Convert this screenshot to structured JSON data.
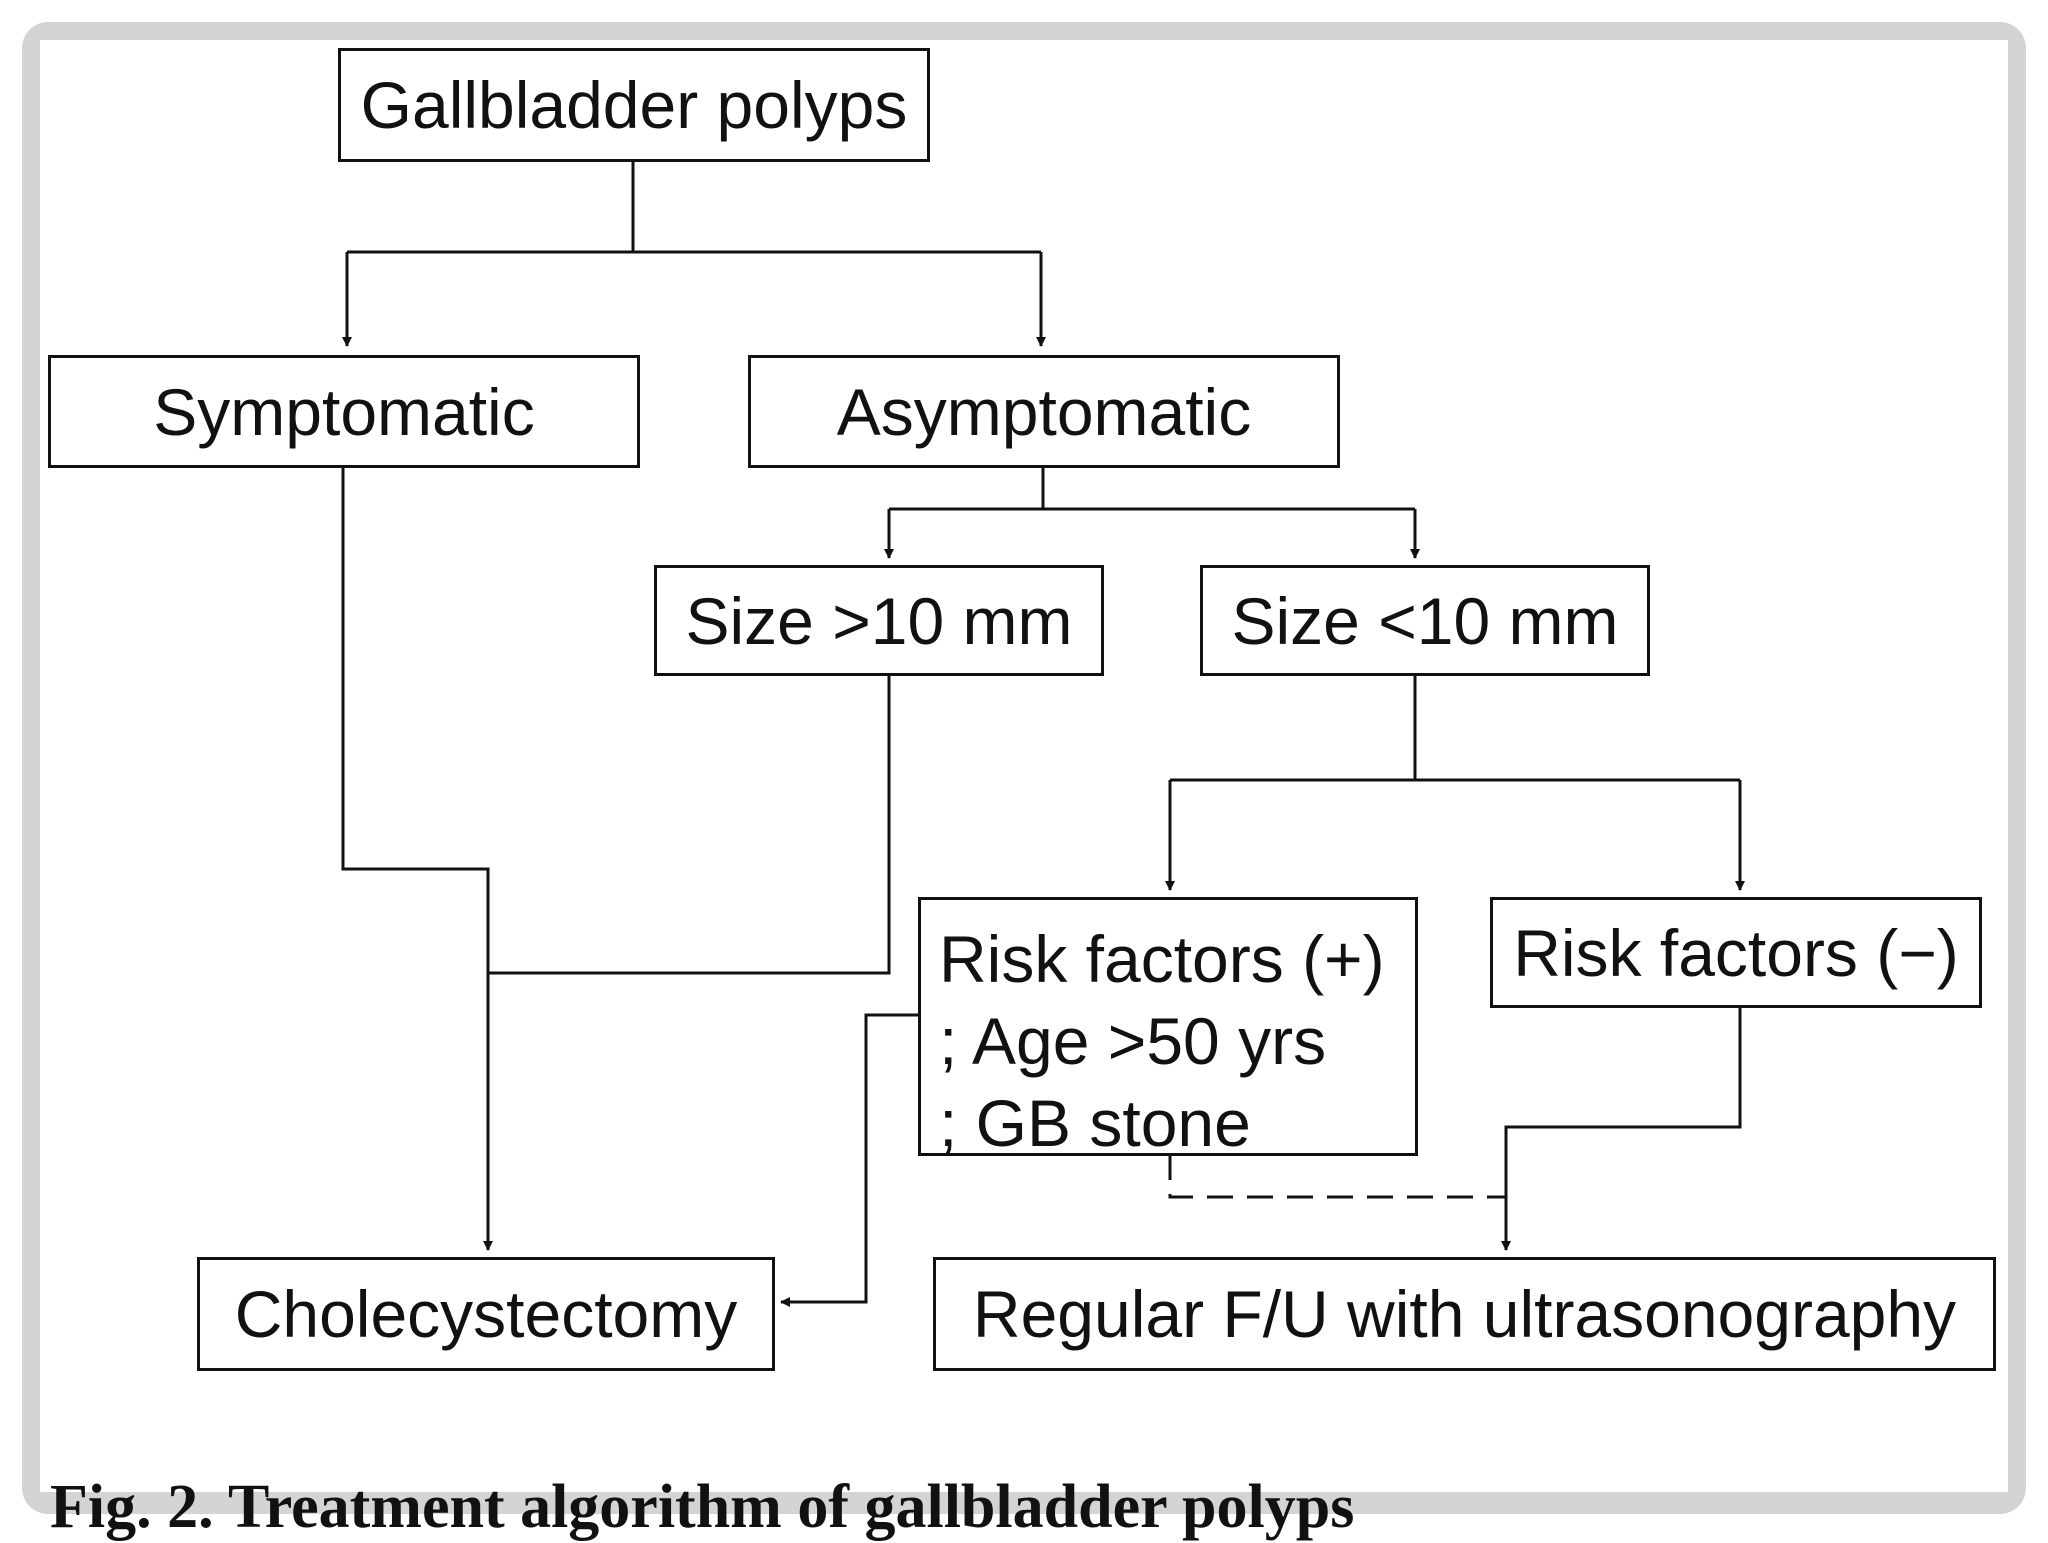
{
  "nodes": {
    "gallbladder_polyps": "Gallbladder polyps",
    "symptomatic": "Symptomatic",
    "asymptomatic": "Asymptomatic",
    "size_gt_10": "Size >10 mm",
    "size_lt_10": "Size <10 mm",
    "risk_positive": {
      "line1": "Risk factors (+)",
      "line2": "; Age >50 yrs",
      "line3": "; GB stone"
    },
    "risk_negative": "Risk factors (−)",
    "cholecystectomy": "Cholecystectomy",
    "regular_fu": "Regular F/U with ultrasonography"
  },
  "caption": "Fig. 2. Treatment algorithm of gallbladder polyps",
  "colors": {
    "line": "#111111",
    "frame": "#d4d4d4",
    "background": "#ffffff"
  }
}
